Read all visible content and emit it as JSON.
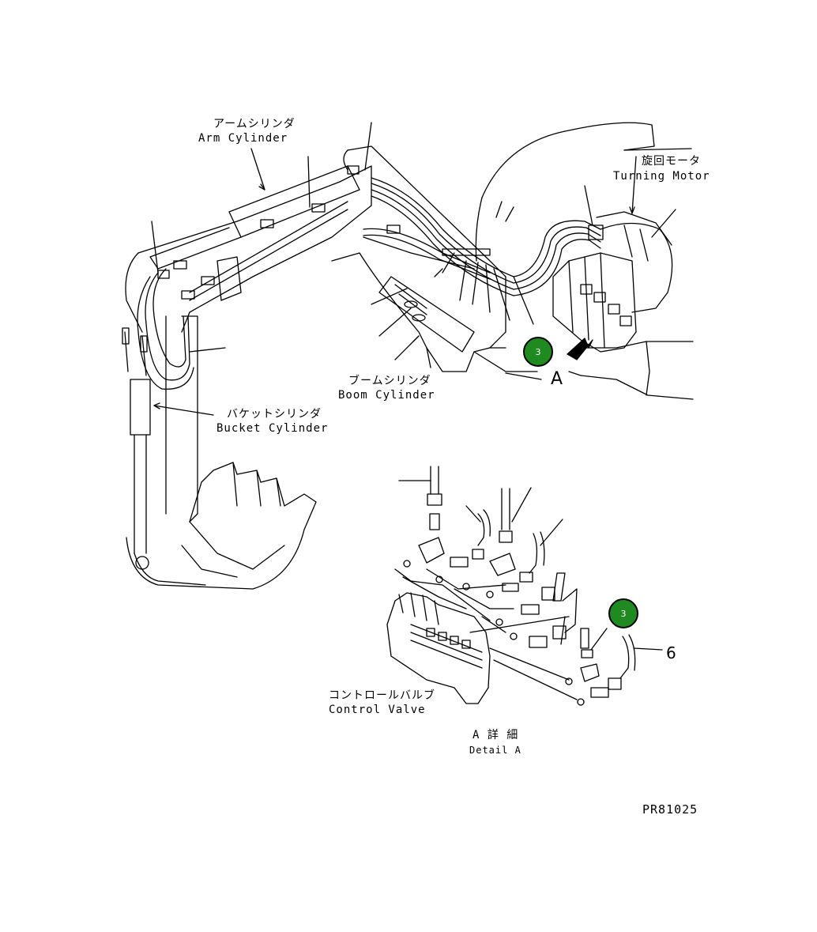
{
  "labels": {
    "arm_jp": "アームシリンダ",
    "arm_en": "Arm Cylinder",
    "turn_jp": "旋回モータ",
    "turn_en": "Turning Motor",
    "boom_jp": "ブームシリンダ",
    "boom_en": "Boom Cylinder",
    "bucket_jp": "バケットシリンダ",
    "bucket_en": "Bucket Cylinder",
    "cv_jp": "コントロールバルブ",
    "cv_en": "Control Valve",
    "detail_jp": "A 詳 細",
    "detail_en": "Detail A",
    "view_letter": "A",
    "part_six": "6",
    "figure_code": "PR81025"
  },
  "markers": [
    {
      "label": "3"
    },
    {
      "label": "3"
    }
  ],
  "colors": {
    "marker_fill": "#1f8a1f",
    "line": "#000000"
  }
}
